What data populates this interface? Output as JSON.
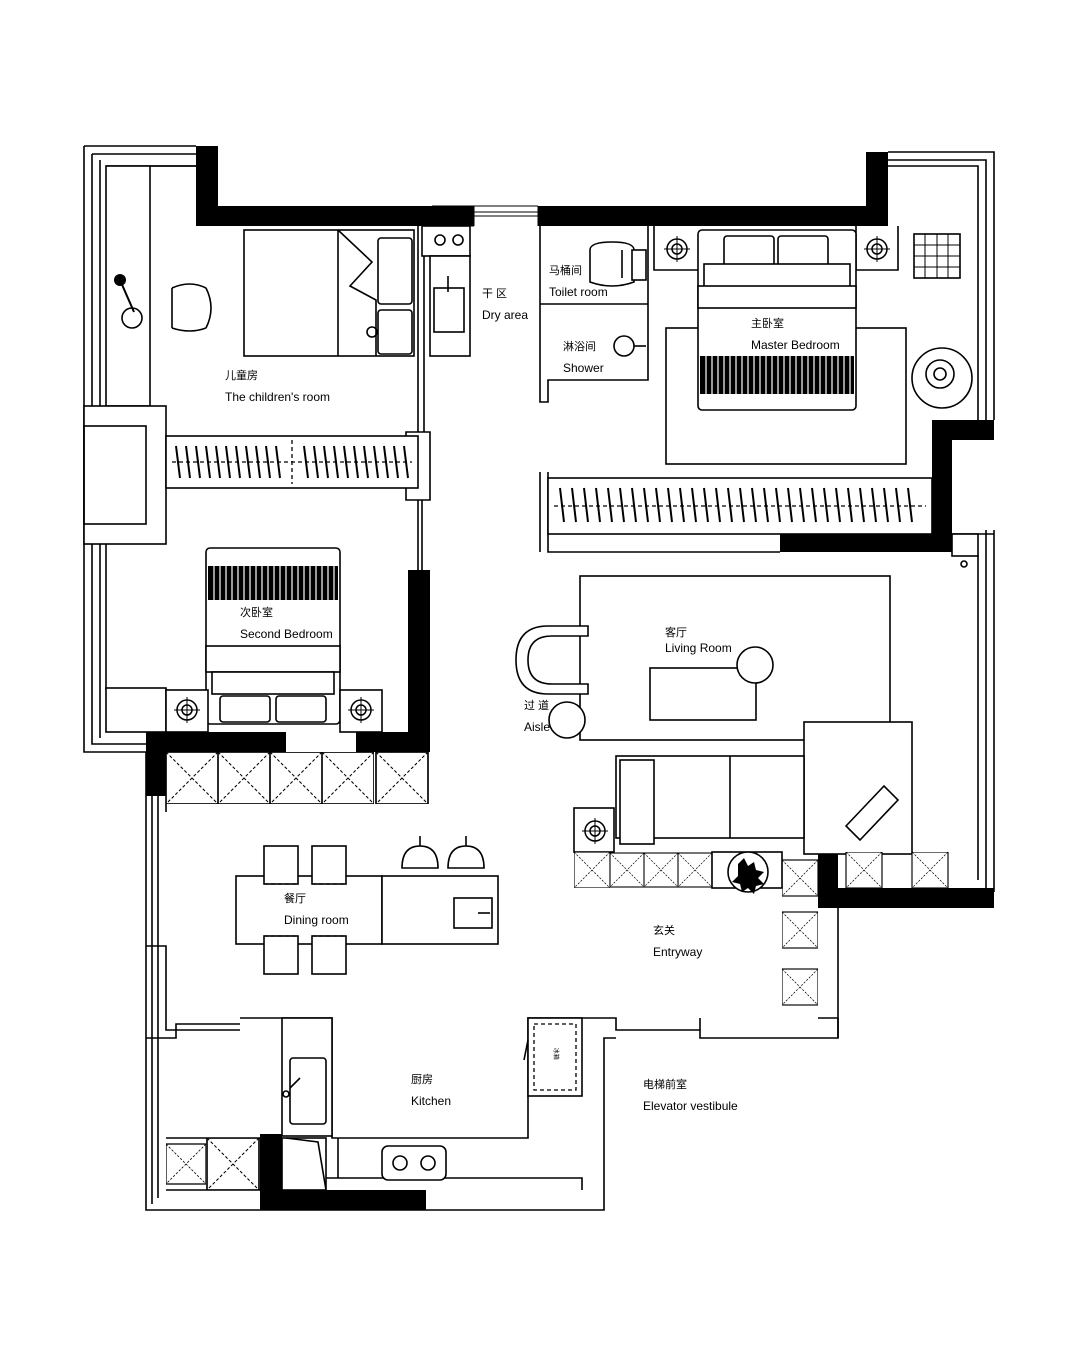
{
  "rooms": {
    "dry_area": {
      "cn": "干 区",
      "en": "Dry area"
    },
    "toilet_room": {
      "cn": "马桶间",
      "en": "Toilet room"
    },
    "shower": {
      "cn": "淋浴间",
      "en": "Shower"
    },
    "master_bedroom": {
      "cn": "主卧室",
      "en": "Master Bedroom"
    },
    "childrens_room": {
      "cn": "儿童房",
      "en": "The children's room"
    },
    "second_bedroom": {
      "cn": "次卧室",
      "en": "Second Bedroom"
    },
    "living_room": {
      "cn": "客厅",
      "en": "Living Room"
    },
    "aisle": {
      "cn": "过 道",
      "en": "Aisle"
    },
    "dining_room": {
      "cn": "餐厅",
      "en": "Dining room"
    },
    "entryway": {
      "cn": "玄关",
      "en": "Entryway"
    },
    "kitchen": {
      "cn": "厨房",
      "en": "Kitchen"
    },
    "elevator_vestibule": {
      "cn": "电梯前室",
      "en": "Elevator vestibule"
    }
  },
  "fixtures": {
    "fridge_mark": "冰箱"
  }
}
